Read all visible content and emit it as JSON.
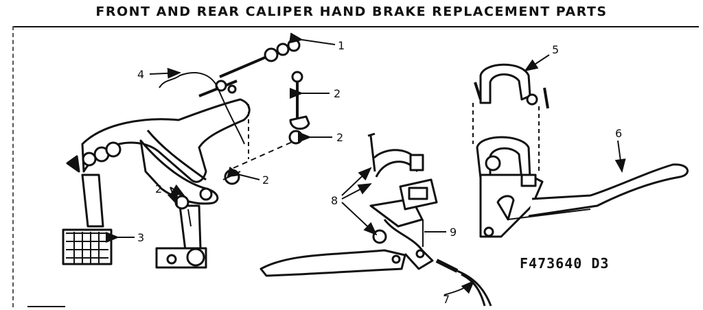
{
  "title": "FRONT AND REAR CALIPER HAND BRAKE REPLACEMENT PARTS",
  "catalog_number": "F473640 D3",
  "callouts": [
    "1",
    "2",
    "2",
    "2",
    "2",
    "3",
    "4",
    "5",
    "6",
    "7",
    "8",
    "9"
  ]
}
